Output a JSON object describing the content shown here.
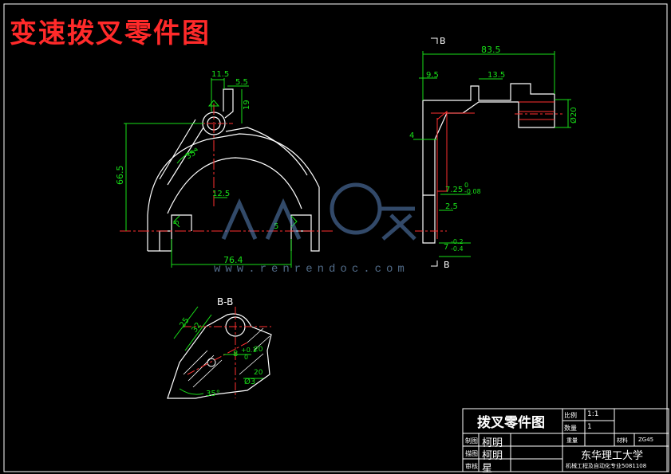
{
  "title": "变速拨叉零件图",
  "watermark": "www.renrendoc.com",
  "section_label": "B-B",
  "section_mark_top": "B",
  "section_mark_bottom": "B",
  "dimensions": {
    "d11_5": "11.5",
    "d5_5": "5.5",
    "d19": "19",
    "d35deg": "35°",
    "d66_5": "66.5",
    "d12_5": "12.5",
    "d76_4": "76.4",
    "d5a": "5",
    "d5b": "5",
    "d83_5": "83.5",
    "d9_5": "9.5",
    "d13_5": "13.5",
    "d4": "4",
    "d7_25": "7.25",
    "d7_25_tol_up": "0",
    "d7_25_tol_low": "-0.08",
    "d2_5": "2.5",
    "d7": "7",
    "d7_tol_up": "-0.2",
    "d7_tol_low": "-0.4",
    "d20": "Ø20",
    "s25": "25",
    "s32": "32",
    "s8": "8",
    "s8_tol_up": "+0.1",
    "s8_tol_low": "0",
    "s20a": "20",
    "s20b": "20",
    "s3": "Ø3",
    "s35deg": "35°"
  },
  "title_block": {
    "part_name": "拨叉零件图",
    "scale_label": "比例",
    "scale_value": "1:1",
    "qty_label": "数量",
    "qty_value": "1",
    "drawn_label": "制图",
    "drawn_name": "柯明",
    "design_label": "描图",
    "design_name": "柯明",
    "check_label": "审核",
    "check_name": "星",
    "weight_label": "重量",
    "material_label": "材料",
    "material_value": "ZG45",
    "school": "东华理工大学",
    "class_info": "机械工程及自动化专业5081108"
  }
}
